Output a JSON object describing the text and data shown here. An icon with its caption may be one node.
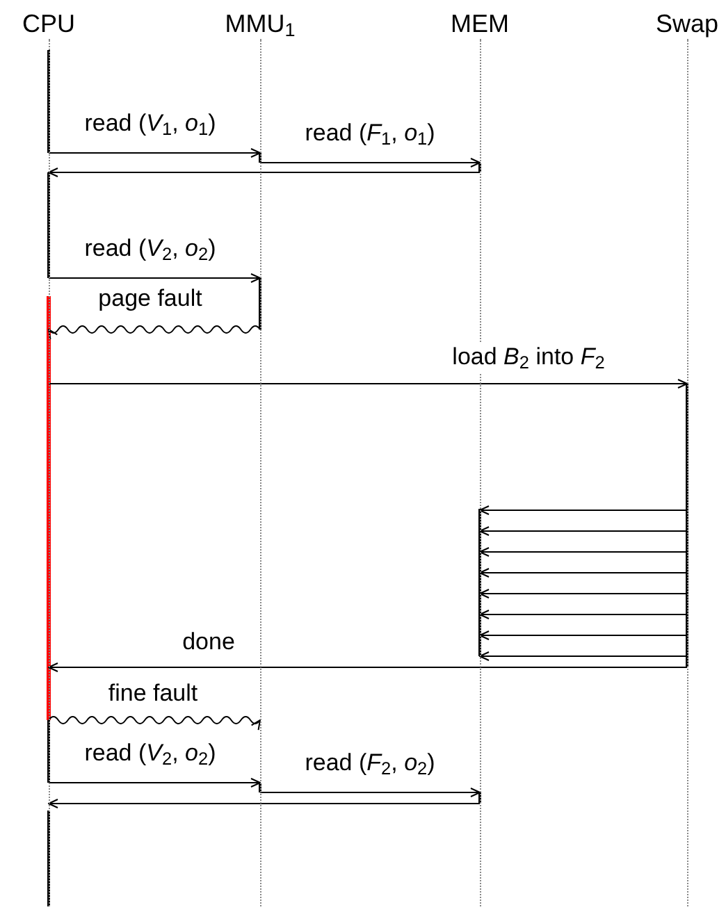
{
  "diagram": {
    "nodes": [
      {
        "text": [
          "CPU"
        ]
      },
      {
        "text": [
          "MMU$_{1}$"
        ]
      },
      {
        "text": [
          "MEM"
        ]
      },
      {
        "text": [
          "Swap"
        ]
      }
    ],
    "edges": [
      {
        "from": 0,
        "to": 1,
        "arrow": "to",
        "label": "read (*V*$_{1}$, *o*$_{1}$)"
      },
      {
        "from": 1,
        "to": 2,
        "arrow": "to",
        "label": "read (*F*$_{1}$, *o*$_{1}$)"
      },
      {
        "from": 2,
        "to": 0,
        "arrow": "to"
      },
      {
        "from": 0,
        "to": 1,
        "arrow": "to",
        "label": "read (*V*$_{2}$, *o*$_{2}$)"
      },
      {
        "from": 1,
        "to": 0,
        "arrow": "to",
        "label": "page fault"
      },
      {
        "from": 0,
        "to": 3,
        "arrow": "to",
        "label": "load *B*$_{2}$ into *F*$_{2}$"
      },
      {
        "from": 3,
        "to": 2,
        "arrow": "to"
      },
      {
        "from": 3,
        "to": 2,
        "arrow": "to"
      },
      {
        "from": 3,
        "to": 2,
        "arrow": "to"
      },
      {
        "from": 3,
        "to": 2,
        "arrow": "to"
      },
      {
        "from": 3,
        "to": 2,
        "arrow": "to"
      },
      {
        "from": 3,
        "to": 2,
        "arrow": "to"
      },
      {
        "from": 3,
        "to": 2,
        "arrow": "to"
      },
      {
        "from": 3,
        "to": 2,
        "arrow": "to"
      },
      {
        "from": 3,
        "to": 0,
        "arrow": "to",
        "label": "done"
      },
      {
        "from": 0,
        "to": 1,
        "arrow": "to",
        "label": "fine fault"
      },
      {
        "from": 0,
        "to": 1,
        "arrow": "to",
        "label": "read (*V*$_{2}$, *o*$_{2}$)"
      },
      {
        "from": 1,
        "to": 2,
        "arrow": "to",
        "label": "read (*F*$_{2}$, *o*$_{2}$)"
      },
      {
        "from": 2,
        "to": 0,
        "arrow": "to"
      }
    ]
  }
}
